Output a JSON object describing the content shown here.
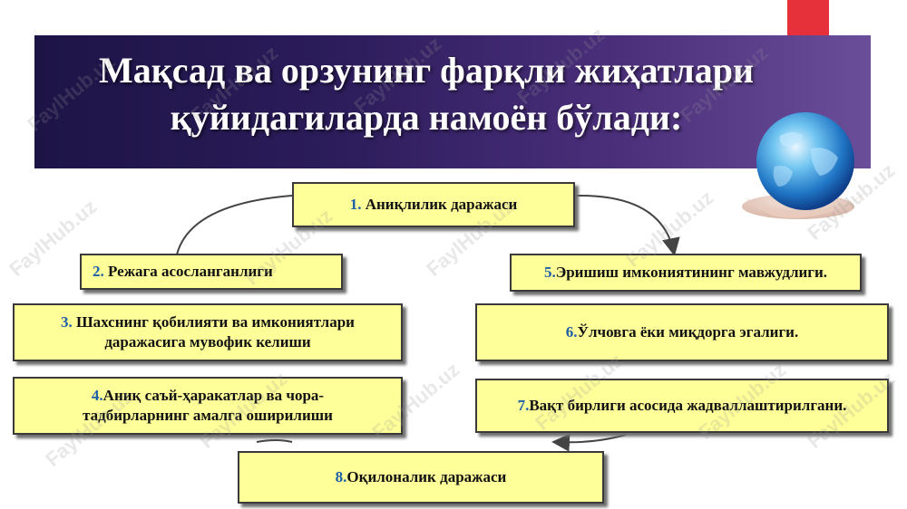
{
  "title": {
    "line1": "Мақсад ва орзунинг фарқли жиҳатлари",
    "line2": "қуйидагиларда намоён бўлади:"
  },
  "boxes": {
    "b1": {
      "num": "1.",
      "text": " Аниқлилик даражаси"
    },
    "b2": {
      "num": "2.",
      "text": " Режага асосланганлиги"
    },
    "b3": {
      "num": "3.",
      "text": " Шахснинг қобилияти ва имкониятлари",
      "line2": "даражасига мувофик келиши"
    },
    "b4": {
      "num": "4.",
      "text": "Аниқ саъй-ҳаракатлар ва чора-",
      "line2": "тадбирларнинг амалга оширилиши"
    },
    "b5": {
      "num": "5.",
      "text": "Эришиш имкониятининг мавжудлиги."
    },
    "b6": {
      "num": "6.",
      "text": "Ўлчовга ёки миқдорга эгалиги."
    },
    "b7": {
      "num": "7.",
      "text": "Вақт бирлиги асосида жадваллаштирилгани."
    },
    "b8": {
      "num": "8.",
      "text": "Оқилоналик даражаси"
    }
  },
  "watermark": "FaylHub.uz",
  "colors": {
    "box_fill": "#ffff99",
    "number": "#1f5fa8",
    "accent_red": "#e6303a",
    "banner": "#2b1c5a"
  }
}
